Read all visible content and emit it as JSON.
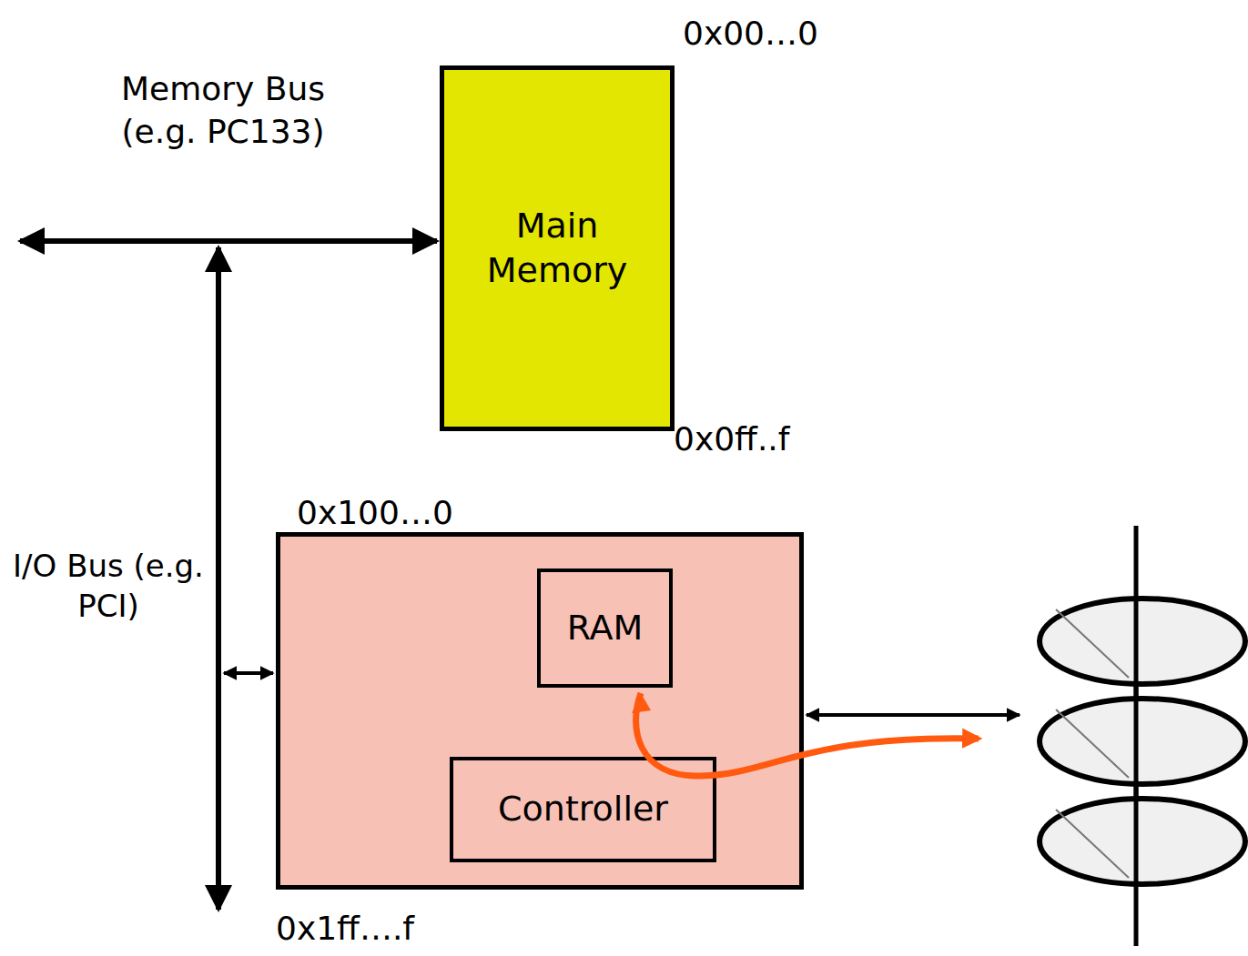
{
  "diagram": {
    "nodes": [
      {
        "text": [
          "Main Memory"
        ]
      },
      {
        "text": []
      },
      {
        "text": [
          "RAM"
        ],
        "in": 1
      },
      {
        "text": [
          "Controller"
        ],
        "in": 1
      }
    ],
    "labels": [
      "0x00…0",
      "0x0ff..f",
      "0x100…0",
      "0x1ff….f",
      "Memory Bus (e.g. PC133)",
      "I/O Bus (e.g. PCI)"
    ]
  }
}
